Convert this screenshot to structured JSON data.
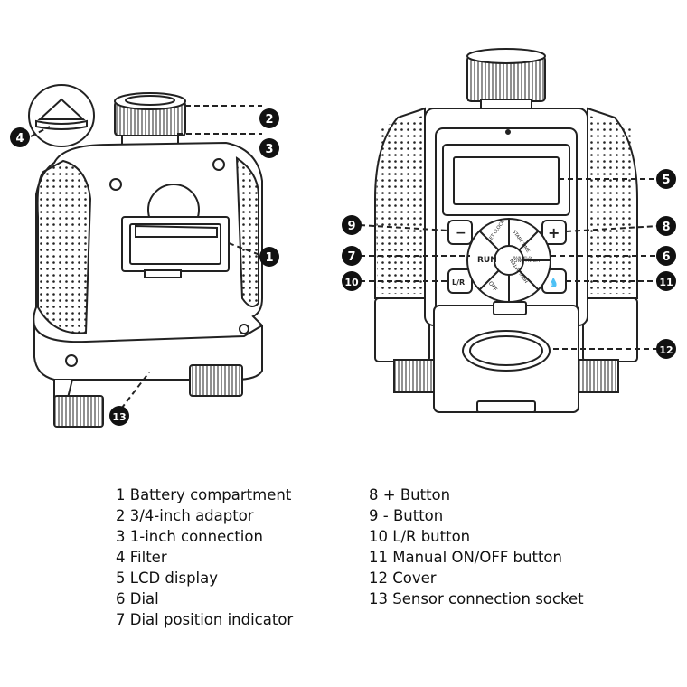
{
  "callouts": {
    "c1": "1",
    "c2": "2",
    "c3": "3",
    "c4": "4",
    "c5": "5",
    "c6": "6",
    "c7": "7",
    "c8": "8",
    "c9": "9",
    "c10": "10",
    "c11": "11",
    "c12": "12",
    "c13": "13"
  },
  "dial": {
    "run": "RUN",
    "set_clock": "SET CLOCK",
    "start_time": "START TIME",
    "how_long": "HOW LONG",
    "how_often": "HOW OFTEN",
    "off": "OFF",
    "rain_delay": "RAIN DELAY"
  },
  "buttons": {
    "minus": "−",
    "plus": "+",
    "lr": "L/R",
    "manual": "💧"
  },
  "legend_left": [
    {
      "num": "1",
      "text": "Battery compartment"
    },
    {
      "num": "2",
      "text": "3/4-inch adaptor"
    },
    {
      "num": "3",
      "text": "1-inch connection"
    },
    {
      "num": "4",
      "text": "Filter"
    },
    {
      "num": "5",
      "text": "LCD display"
    },
    {
      "num": "6",
      "text": "Dial"
    },
    {
      "num": "7",
      "text": "Dial position indicator"
    }
  ],
  "legend_right": [
    {
      "num": "8",
      "text": "+ Button"
    },
    {
      "num": "9",
      "text": "- Button"
    },
    {
      "num": "10",
      "text": "L/R button"
    },
    {
      "num": "11",
      "text": "Manual ON/OFF button"
    },
    {
      "num": "12",
      "text": "Cover"
    },
    {
      "num": "13",
      "text": "Sensor connection socket"
    }
  ]
}
